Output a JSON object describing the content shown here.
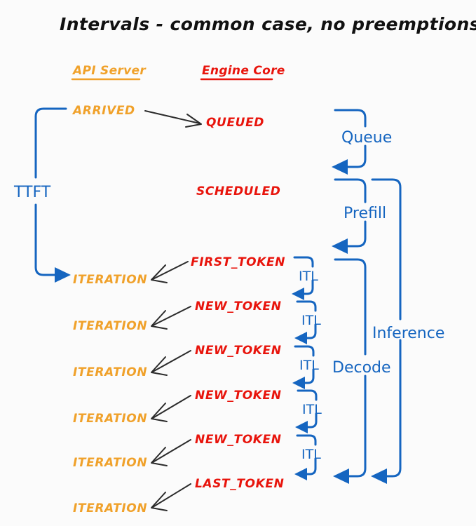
{
  "title": "Intervals - common case, no preemptions",
  "colors": {
    "background": "#fbfbfb",
    "title": "#111111",
    "api_server": "#F0A12A",
    "engine_core": "#E8140C",
    "interval_blue": "#1565C0",
    "arrow_black": "#2b2b2b"
  },
  "columns": {
    "api_server": "API Server",
    "engine_core": "Engine Core"
  },
  "api_states": [
    {
      "label": "ARRIVED"
    },
    {
      "label": "ITERATION"
    },
    {
      "label": "ITERATION"
    },
    {
      "label": "ITERATION"
    },
    {
      "label": "ITERATION"
    },
    {
      "label": "ITERATION"
    },
    {
      "label": "ITERATION"
    }
  ],
  "engine_states": [
    {
      "label": "QUEUED"
    },
    {
      "label": "SCHEDULED"
    },
    {
      "label": "FIRST_TOKEN"
    },
    {
      "label": "NEW_TOKEN"
    },
    {
      "label": "NEW_TOKEN"
    },
    {
      "label": "NEW_TOKEN"
    },
    {
      "label": "NEW_TOKEN"
    },
    {
      "label": "LAST_TOKEN"
    }
  ],
  "intervals": {
    "ttft": "TTFT",
    "queue": "Queue",
    "prefill": "Prefill",
    "decode": "Decode",
    "inference": "Inference",
    "itl": [
      "ITL",
      "ITL",
      "ITL",
      "ITL",
      "ITL"
    ]
  }
}
